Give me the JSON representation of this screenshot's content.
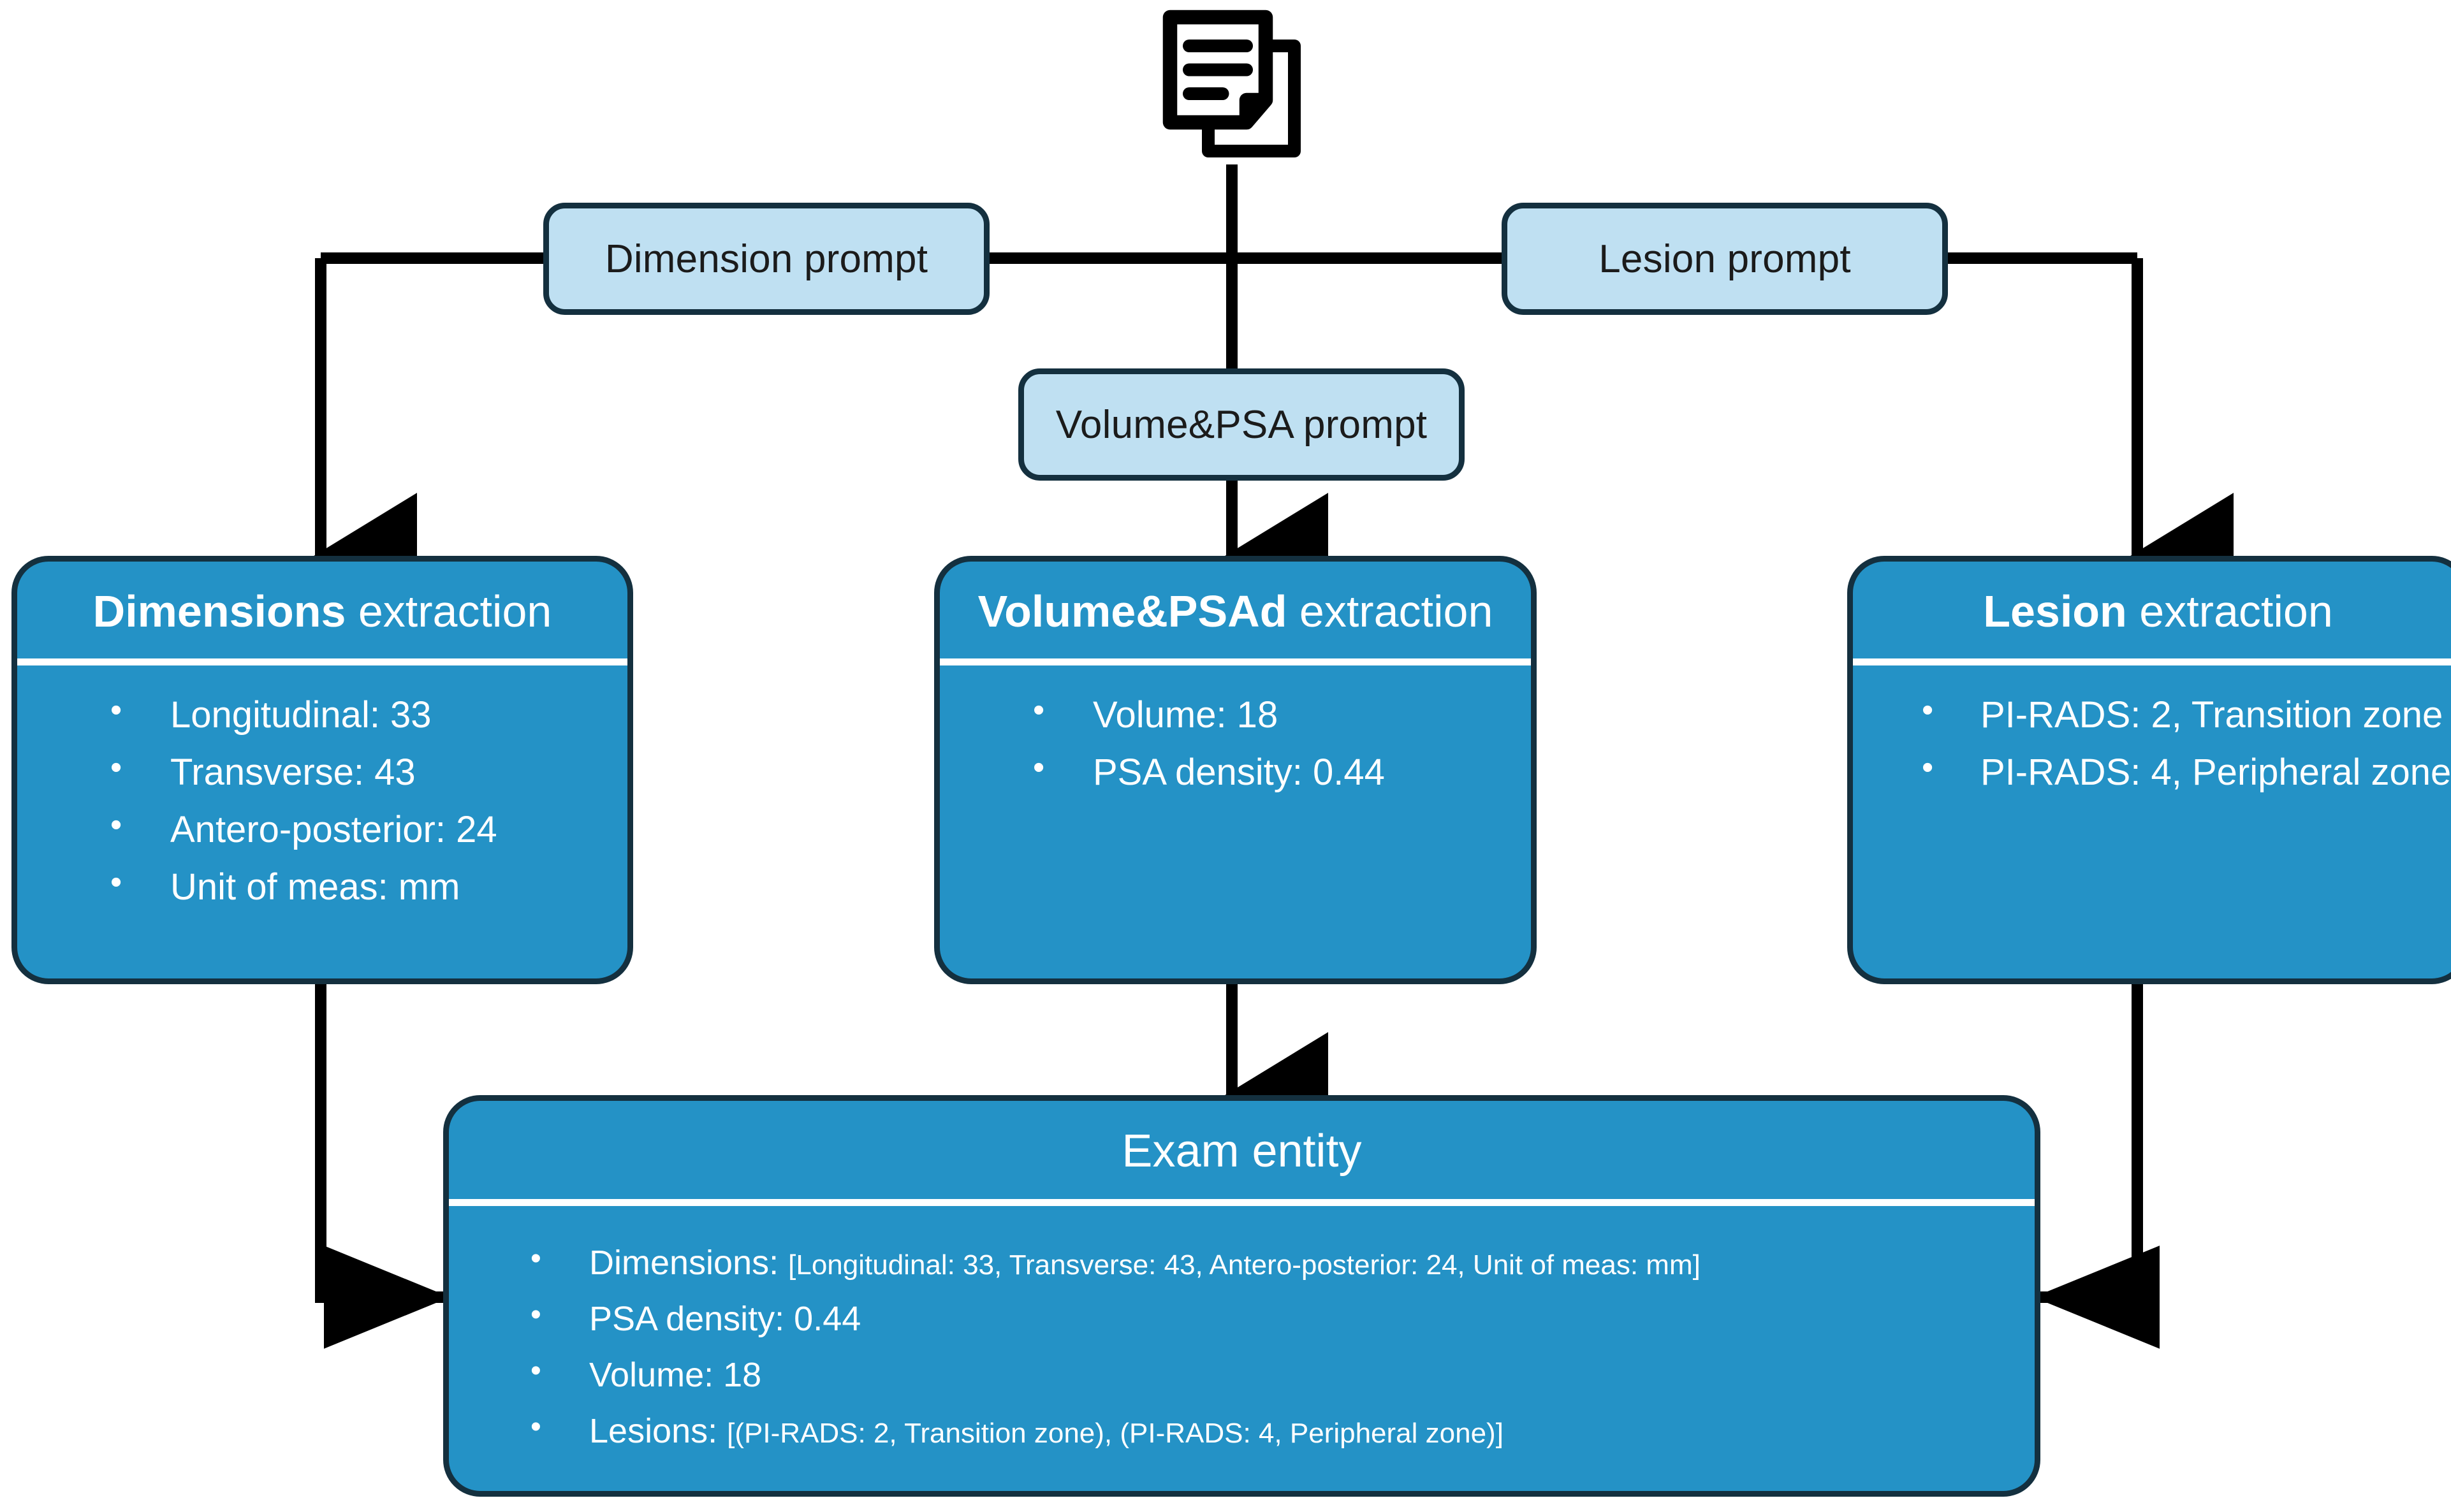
{
  "source_icon": {
    "name": "documents-icon"
  },
  "prompts": [
    {
      "id": "dimension",
      "label": "Dimension prompt"
    },
    {
      "id": "lesion",
      "label": "Lesion prompt"
    },
    {
      "id": "volume_psa",
      "label": "Volume&PSA prompt"
    }
  ],
  "cards": {
    "dimensions": {
      "title_strong": "Dimensions",
      "title_light": " extraction",
      "items": [
        "Longitudinal: 33",
        "Transverse: 43",
        "Antero-posterior: 24",
        "Unit of meas: mm"
      ]
    },
    "volume_psad": {
      "title_strong": "Volume&PSAd",
      "title_light": " extraction",
      "items": [
        "Volume: 18",
        "PSA density: 0.44"
      ]
    },
    "lesion": {
      "title_strong": "Lesion",
      "title_light": " extraction",
      "items": [
        "PI-RADS: 2, Transition zone",
        "PI-RADS: 4, Peripheral zone"
      ]
    },
    "exam_entity": {
      "title": "Exam entity",
      "items": [
        {
          "label": "Dimensions:",
          "value": "[Longitudinal: 33, Transverse: 43, Antero-posterior: 24, Unit of meas: mm]"
        },
        {
          "label": "PSA density: 0.44",
          "value": ""
        },
        {
          "label": "Volume: 18",
          "value": ""
        },
        {
          "label": "Lesions:",
          "value": "[(PI-RADS: 2, Transition zone), (PI-RADS: 4, Peripheral zone)]"
        }
      ]
    }
  },
  "colors": {
    "card_fill": "#2492c6",
    "prompt_fill": "#bfe0f2",
    "border": "#14303f",
    "line": "#000000",
    "card_text": "#ffffff"
  }
}
